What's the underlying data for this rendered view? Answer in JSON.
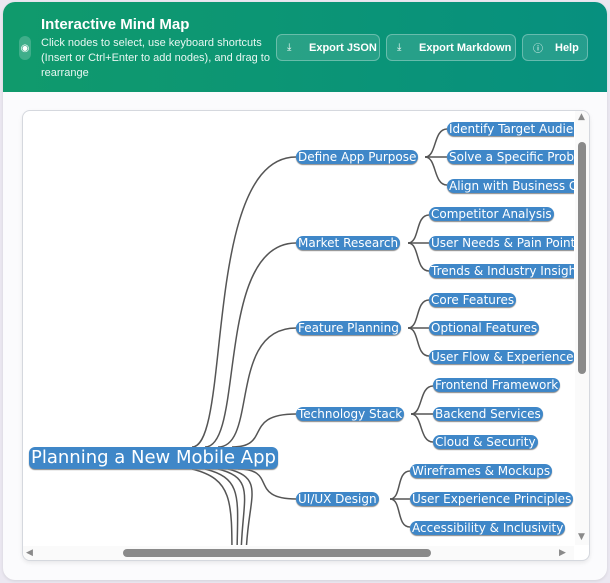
{
  "header": {
    "logo_icon": "brain-icon",
    "title": "Interactive Mind Map",
    "subtitle": "Click nodes to select, use keyboard shortcuts (Insert or Ctrl+Enter to add nodes), and drag to rearrange",
    "buttons": [
      {
        "label": "Export JSON",
        "icon": "download-icon"
      },
      {
        "label": "Export Markdown",
        "icon": "download-icon"
      },
      {
        "label": "Help",
        "icon": "help-circle-icon"
      }
    ]
  },
  "mindmap": {
    "root": "Planning a New Mobile App",
    "branches": [
      {
        "label": "Define App Purpose",
        "children": [
          "Identify Target Audience",
          "Solve a Specific Problem",
          "Align with Business Goals"
        ]
      },
      {
        "label": "Market Research",
        "children": [
          "Competitor Analysis",
          "User Needs & Pain Points",
          "Trends & Industry Insights"
        ]
      },
      {
        "label": "Feature Planning",
        "children": [
          "Core Features",
          "Optional Features",
          "User Flow & Experience"
        ]
      },
      {
        "label": "Technology Stack",
        "children": [
          "Frontend Framework",
          "Backend Services",
          "Cloud & Security"
        ]
      },
      {
        "label": "UI/UX Design",
        "children": [
          "Wireframes & Mockups",
          "User Experience Principles",
          "Accessibility & Inclusivity"
        ]
      }
    ]
  },
  "colors": {
    "header_start": "#109a6c",
    "header_end": "#07907f",
    "node": "#3f87c8"
  }
}
